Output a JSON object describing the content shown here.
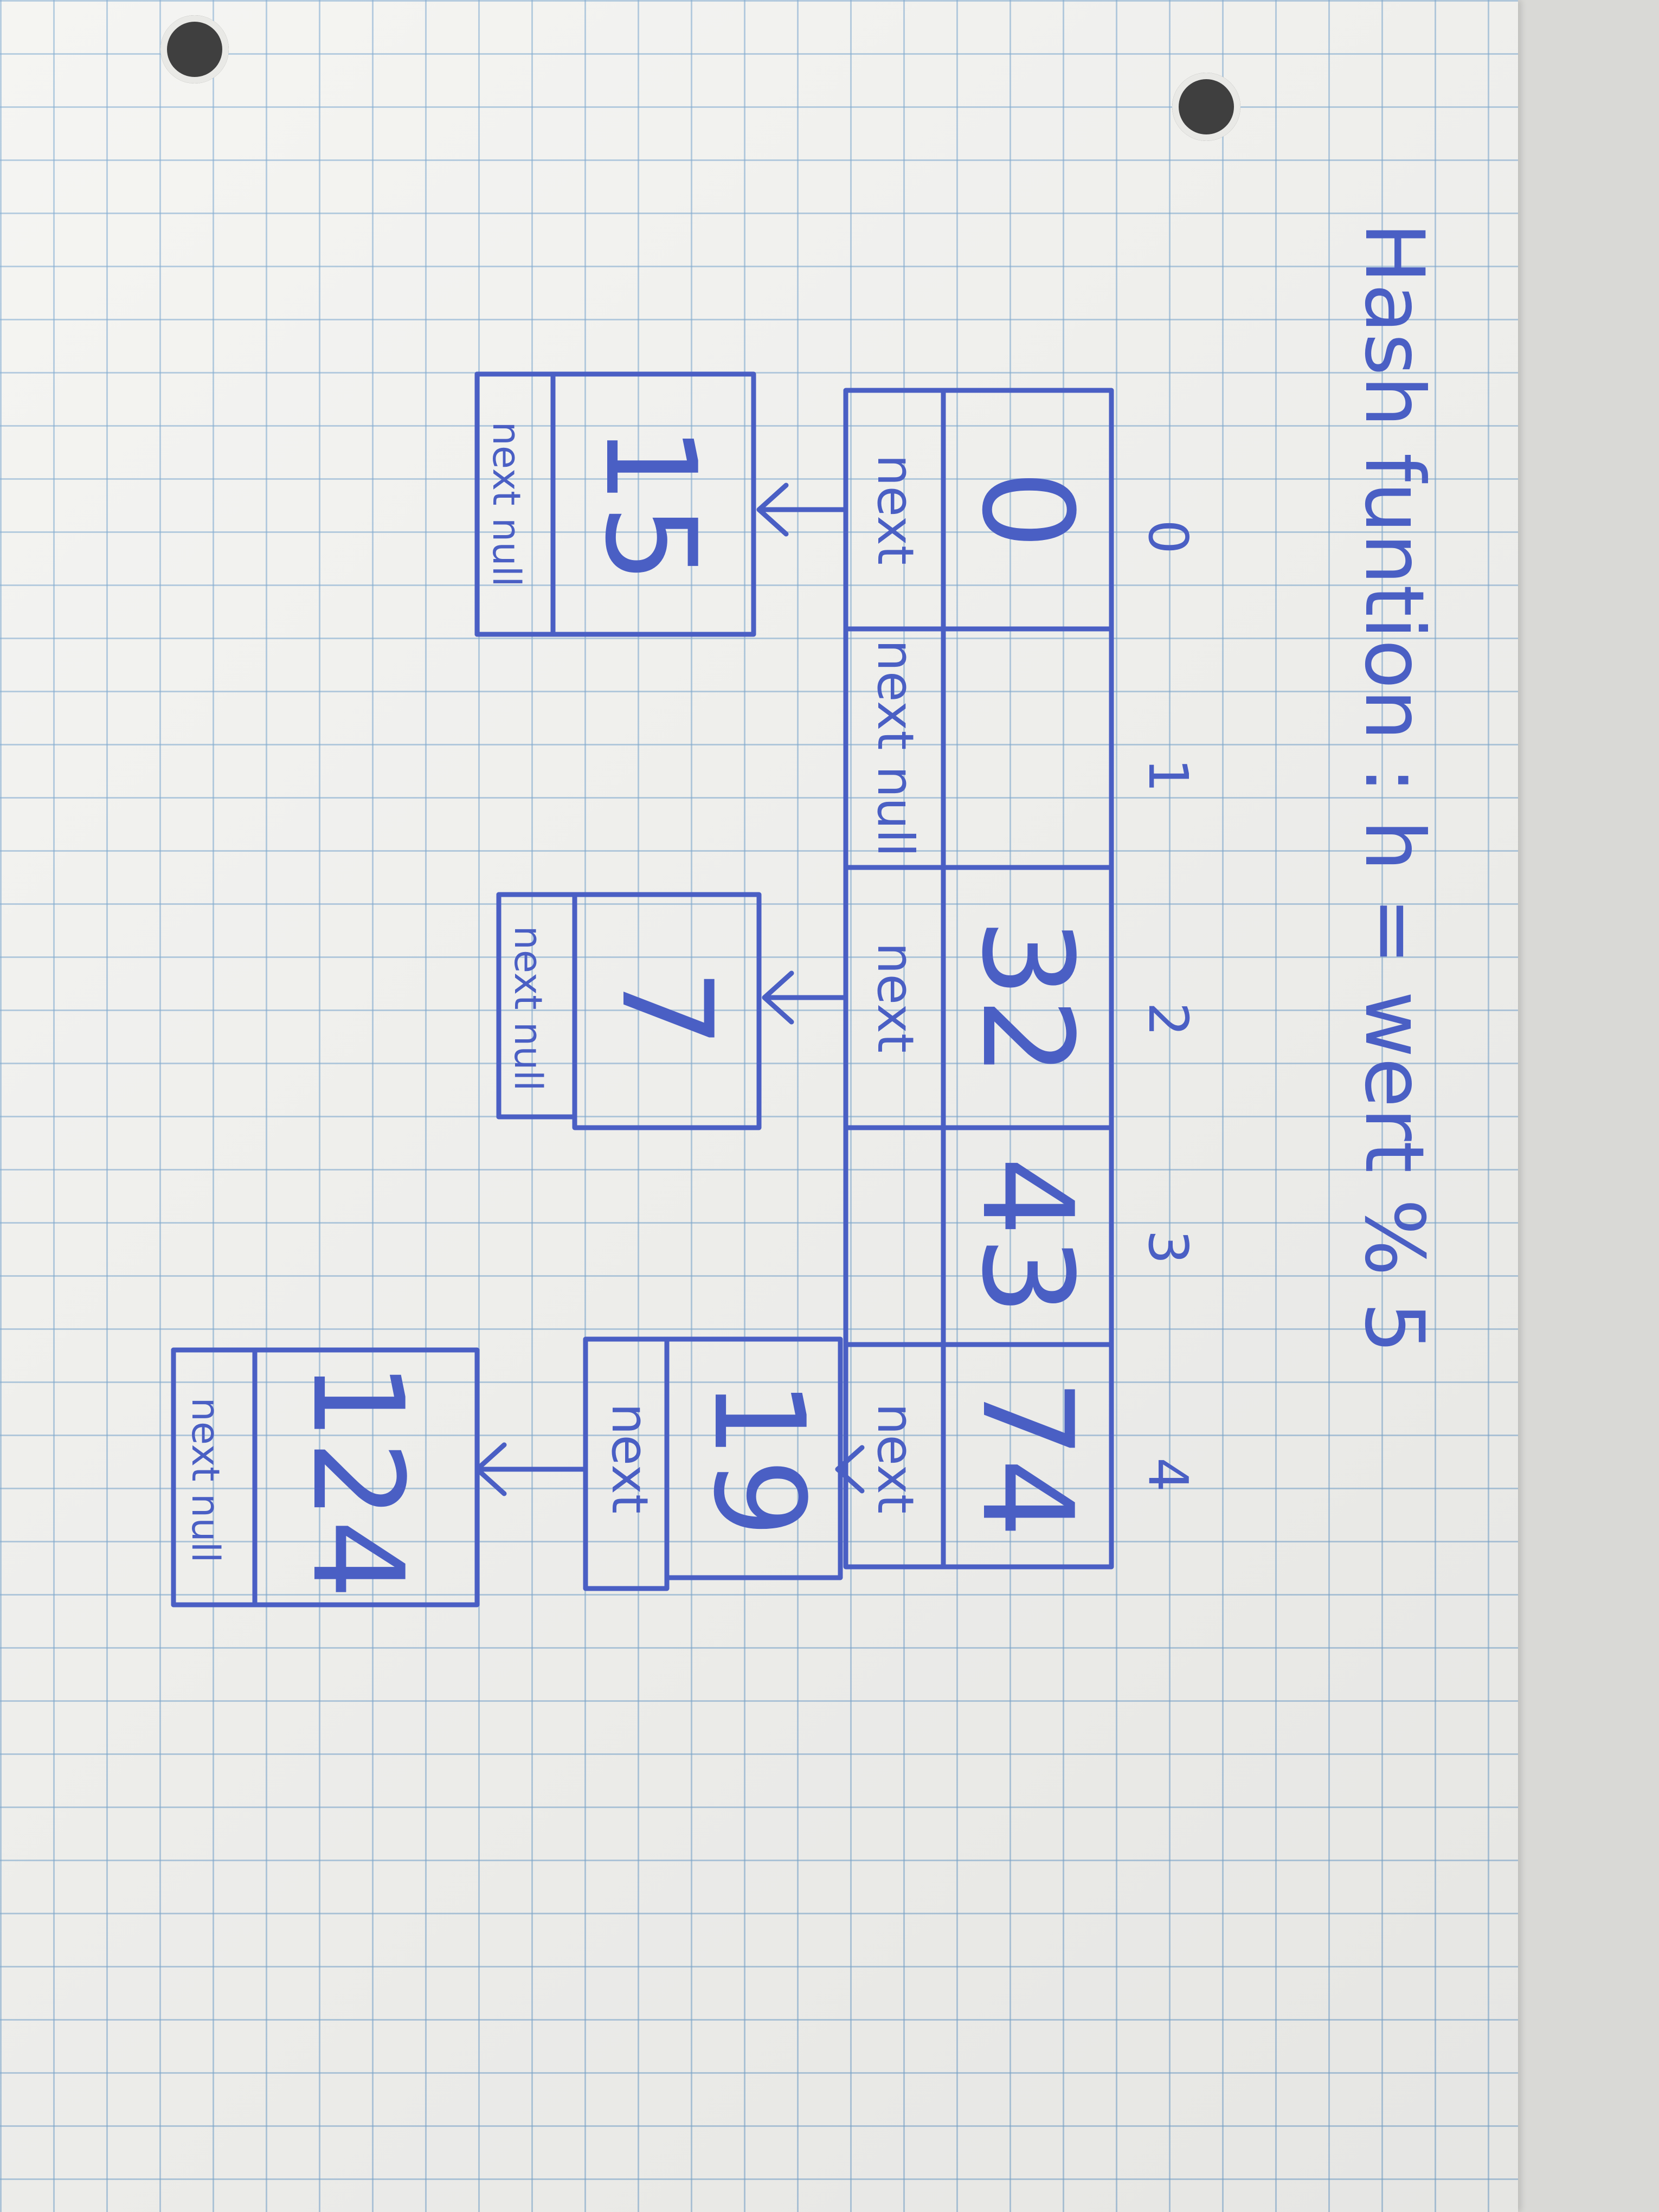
{
  "title": "Hash funtion : h = wert % 5",
  "indices": [
    "0",
    "1",
    "2",
    "3",
    "4"
  ],
  "table": [
    "0",
    "",
    "32",
    "43",
    "74"
  ],
  "table_links": [
    "next",
    "next null",
    "next",
    "",
    "next"
  ],
  "chains": {
    "bucket0": {
      "value": "15",
      "link": "next null"
    },
    "bucket2": {
      "value": "7",
      "link": "next null"
    },
    "bucket4_first": {
      "value": "19",
      "link": "next"
    },
    "bucket4_second": {
      "value": "124",
      "link": "next null"
    }
  },
  "colors": {
    "ink": "#4a5fc4",
    "paper": "#f4f4f1",
    "grid": "#78a5cd"
  }
}
